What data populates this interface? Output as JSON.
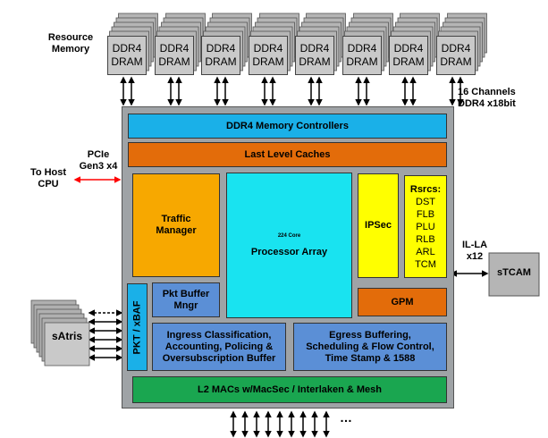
{
  "resource_memory_label": [
    "Resource",
    "Memory"
  ],
  "dram_chip": {
    "line1": "DDR4",
    "line2": "DRAM",
    "count": 8
  },
  "channels_label": [
    "16 Channels",
    "DDR4 x18bit"
  ],
  "pcie_label": [
    "PCIe",
    "Gen3 x4"
  ],
  "to_host_label": [
    "To Host",
    "CPU"
  ],
  "illa_label": [
    "IL-LA",
    "x12"
  ],
  "stcam_label": "sTCAM",
  "satris_label": "sAtris",
  "blocks": {
    "memory_controllers": "DDR4 Memory Controllers",
    "llc": "Last Level Caches",
    "traffic_manager": [
      "Traffic",
      "Manager"
    ],
    "core_count": "224 Core",
    "processor_array": "Processor Array",
    "ipsec": "IPSec",
    "rsrcs": [
      "Rsrcs:",
      "DST",
      "FLB",
      "PLU",
      "RLB",
      "ARL",
      "TCM"
    ],
    "gpm": "GPM",
    "pkt_buffer": [
      "Pkt Buffer",
      "Mngr"
    ],
    "pkt_xbaf": "PKT / xBAF",
    "ingress": [
      "Ingress Classification,",
      "Accounting, Policing &",
      "Oversubscription Buffer"
    ],
    "egress": [
      "Egress Buffering,",
      "Scheduling & Flow Control,",
      "Time Stamp & 1588"
    ],
    "l2_macs": "L2 MACs w/MacSec  / Interlaken & Mesh"
  },
  "ellipsis": "…",
  "colors": {
    "chip_body": "#9fa3a6",
    "memory_controllers": "#1ab0e8",
    "llc": "#e36c0a",
    "traffic_manager": "#f7a800",
    "processor_array": "#19e3f0",
    "ipsec": "#ffff00",
    "rsrcs": "#ffff00",
    "gpm": "#e36c0a",
    "blue_block": "#5b8fd6",
    "pkt_xbaf": "#1ab0e8",
    "l2_macs": "#1aa650",
    "pcie_arrow": "#ff0000",
    "dram": "#c9c9c9"
  }
}
